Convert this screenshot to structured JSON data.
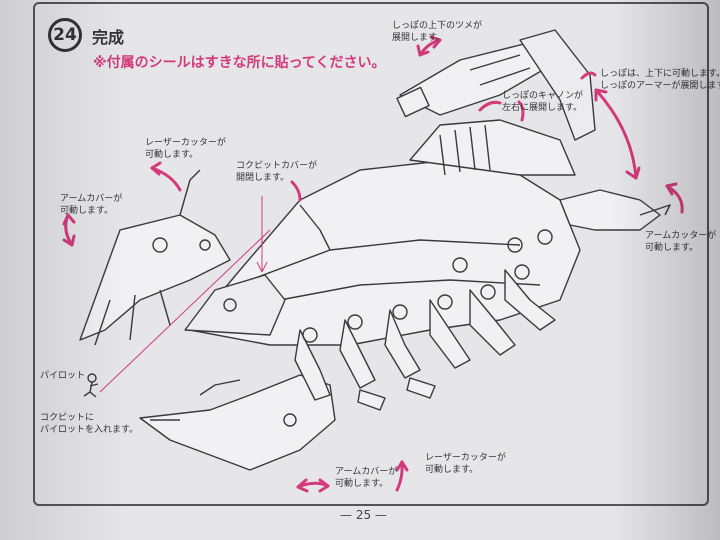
{
  "step": {
    "number": "24",
    "title": "完成",
    "note": "※付属のシールはすきな所に貼ってください。"
  },
  "callouts": {
    "tail_claw": [
      "しっぽの上下のツメが",
      "展開します。"
    ],
    "tail_cannon": [
      "しっぽのキャノンが",
      "左右に展開します。"
    ],
    "tail_movement": [
      "しっぽは、上下に可動します。",
      "しっぽのアーマーが展開します。"
    ],
    "laser_cutter_left": [
      "レーザーカッターが",
      "可動します。"
    ],
    "cockpit_cover": [
      "コクピットカバーが",
      "開閉します。"
    ],
    "arm_cover_left": [
      "アームカバーが",
      "可動します。"
    ],
    "arm_cutter_right": [
      "アームカッターが",
      "可動します。"
    ],
    "pilot": [
      "パイロット"
    ],
    "cockpit_pilot": [
      "コクピットに",
      "パイロットを入れます。"
    ],
    "arm_cover_bottom": [
      "アームカバーが",
      "可動します。"
    ],
    "laser_cutter_bottom": [
      "レーザーカッターが",
      "可動します。"
    ]
  },
  "page_number": "25",
  "colors": {
    "accent": "#d23a7c",
    "ink": "#333333",
    "paper": "#e6e6e9"
  }
}
